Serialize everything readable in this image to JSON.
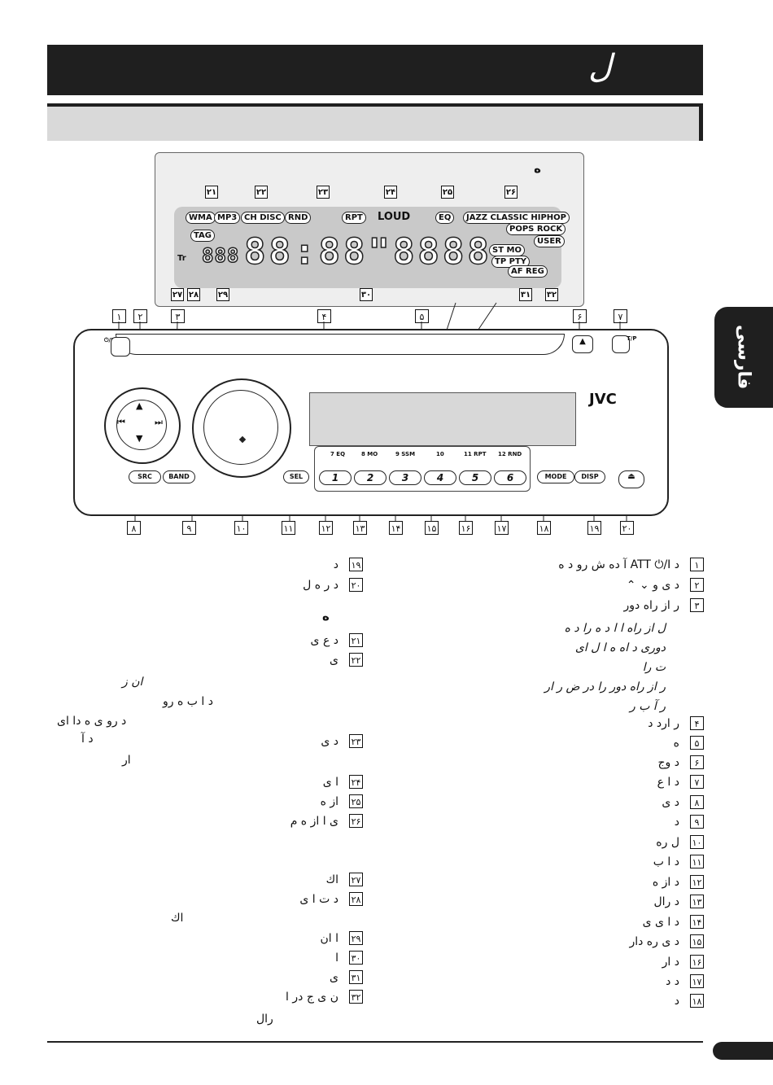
{
  "header": {
    "title": "ل"
  },
  "lang_tab": {
    "label": "فارسی"
  },
  "display": {
    "heading": "ه",
    "indicators": [
      "WMA",
      "MP3",
      "CH DISC",
      "RND",
      "RPT",
      "LOUD",
      "EQ",
      "JAZZ CLASSIC HIPHOP",
      "POPS ROCK",
      "USER",
      "TAG",
      "ST MO",
      "TP PTY",
      "AF REG",
      "Tr"
    ],
    "segments": "88:88\"8888",
    "small_segments": "888",
    "top_numbers": [
      "۲۱",
      "۲۲",
      "۲۳",
      "۲۴",
      "۲۵",
      "۲۶"
    ],
    "bottom_numbers": [
      "۲۷",
      "۲۸",
      "۲۹",
      "۳۰",
      "۳۱",
      "۳۲"
    ]
  },
  "panel": {
    "brand": "JVC",
    "att_label": "⏻/I ATT",
    "tp_label": "T/P",
    "src_label": "SRC",
    "band_label": "BAND",
    "sel_label": "SEL",
    "mode_label": "MODE",
    "disp_label": "DISP",
    "presets": [
      "1",
      "2",
      "3",
      "4",
      "5",
      "6"
    ],
    "preset_labels": [
      "7 EQ",
      "8 MO",
      "9 SSM",
      "10",
      "11 RPT",
      "12 RND"
    ],
    "top_numbers": [
      "۱",
      "۲",
      "۳",
      "۴",
      "۵",
      "۶",
      "۷"
    ],
    "bottom_numbers": [
      "۸",
      "۹",
      "۱۰",
      "۱۱",
      "۱۲",
      "۱۳",
      "۱۴",
      "۱۵",
      "۱۶",
      "۱۷",
      "۱۸",
      "۱۹",
      "۲۰"
    ]
  },
  "right_column": [
    {
      "num": "۱",
      "text": "د ATT ⏻/I آ ده ش رو د ه"
    },
    {
      "num": "۲",
      "text": "د ی و ⌄ ⌃"
    },
    {
      "num": "۳",
      "text": "ر از راه دور"
    },
    {
      "num": "۴",
      "text": "ر ارد د"
    },
    {
      "num": "۵",
      "text": "ه"
    },
    {
      "num": "۶",
      "text": "د وج"
    },
    {
      "num": "۷",
      "text": "د ا ع"
    },
    {
      "num": "۸",
      "text": "د ی"
    },
    {
      "num": "۹",
      "text": "د"
    },
    {
      "num": "۱۰",
      "text": "ل ره"
    },
    {
      "num": "۱۱",
      "text": "د ا ب"
    },
    {
      "num": "۱۲",
      "text": "د از ه"
    },
    {
      "num": "۱۳",
      "text": "د رال"
    },
    {
      "num": "۱۴",
      "text": "د ا ی ی"
    },
    {
      "num": "۱۵",
      "text": "د ی ره دار"
    },
    {
      "num": "۱۶",
      "text": "د ار"
    },
    {
      "num": "۱۷",
      "text": "د د"
    },
    {
      "num": "۱۸",
      "text": "د"
    }
  ],
  "note_lines": "ل از راه ا ا د ه را د ه\nدوری د اه ه ا ل ای\nت را\nر از راه دور را در ض ر ار\nر آ ب ر",
  "left_column_top": [
    {
      "num": "۱۹",
      "text": "د"
    },
    {
      "num": "۲۰",
      "text": "د ر ه ل"
    }
  ],
  "left_heading": "ه",
  "left_column": [
    {
      "num": "۲۱",
      "text": "د ع ی"
    },
    {
      "num": "۲۲",
      "text": "ی"
    },
    {
      "num": "۲۳",
      "text": "د ی"
    },
    {
      "num": "۲۴",
      "text": "ا ی"
    },
    {
      "num": "۲۵",
      "text": "از ه"
    },
    {
      "num": "۲۶",
      "text": "ی ا از ه م"
    },
    {
      "num": "۲۷",
      "text": "اك"
    },
    {
      "num": "۲۸",
      "text": "د ت ا ی"
    },
    {
      "num": "۲۹",
      "text": "ا ان"
    },
    {
      "num": "۳۰",
      "text": "ا"
    },
    {
      "num": "۳۱",
      "text": "ی"
    },
    {
      "num": "۳۲",
      "text": "ن ی ج در ا"
    }
  ],
  "left_extra": [
    "ان ز",
    "د ا ب ه رو",
    "د رو ی ه دا ای",
    "د آ",
    "ار",
    "اك",
    "رال"
  ]
}
